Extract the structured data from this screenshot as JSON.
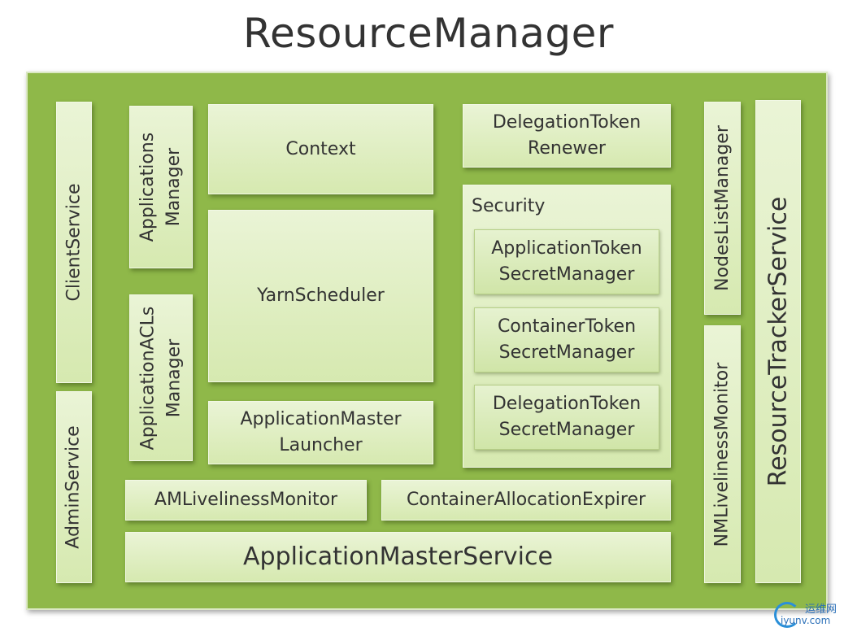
{
  "title": "ResourceManager",
  "boxes": {
    "client_service": "ClientService",
    "admin_service": "AdminService",
    "applications_manager": "Applications\nManager",
    "application_acls_manager": "ApplicationACLs\nManager",
    "context": "Context",
    "yarn_scheduler": "YarnScheduler",
    "application_master_launcher": "ApplicationMaster\nLauncher",
    "delegation_token_renewer": "DelegationToken\nRenewer",
    "security": {
      "label": "Security",
      "application_token_secret_manager": "ApplicationToken\nSecretManager",
      "container_token_secret_manager": "ContainerToken\nSecretManager",
      "delegation_token_secret_manager": "DelegationToken\nSecretManager"
    },
    "am_liveliness_monitor": "AMLivelinessMonitor",
    "container_allocation_expirer": "ContainerAllocationExpirer",
    "application_master_service": "ApplicationMasterService",
    "nodes_list_manager": "NodesListManager",
    "nm_liveliness_monitor": "NMLivelinessMonitor",
    "resource_tracker_service": "ResourceTrackerService"
  },
  "watermark": {
    "cn": "运维网",
    "en": "iyunv.com"
  },
  "colors": {
    "outer_fill": "#8fb849",
    "box_fill": "#dfeec4"
  }
}
